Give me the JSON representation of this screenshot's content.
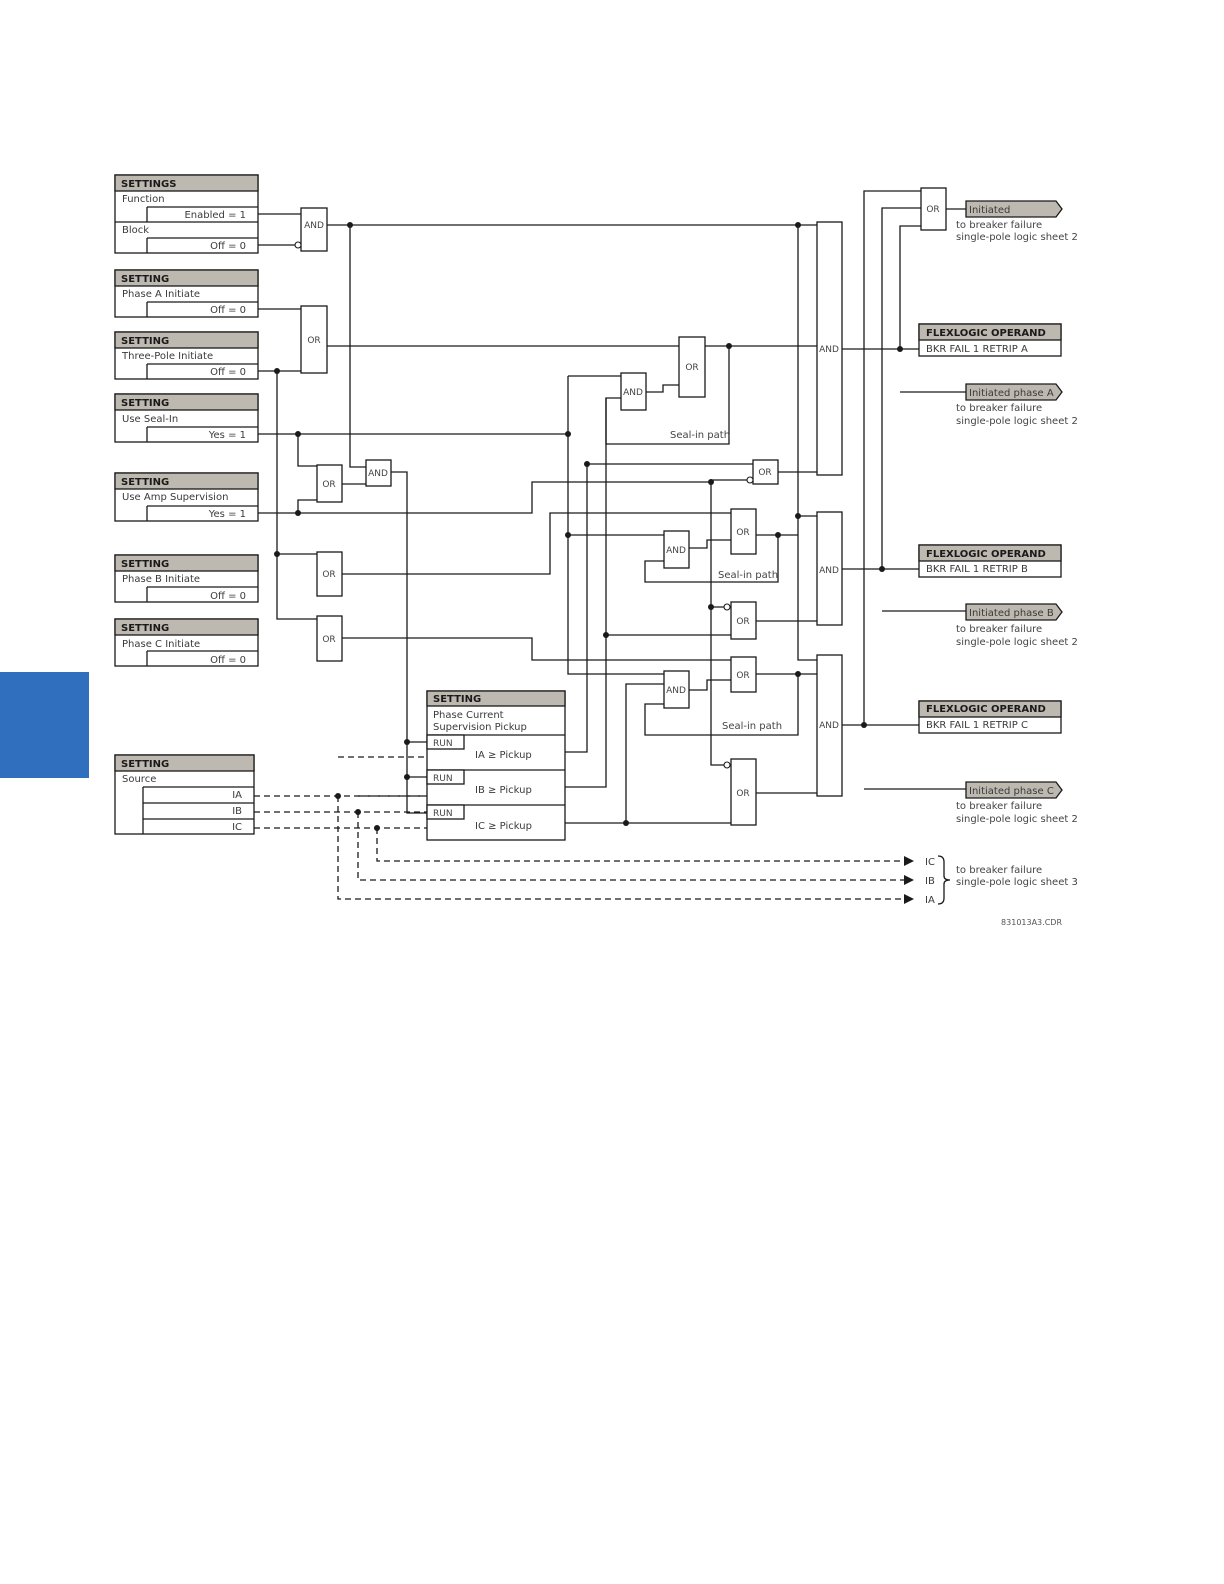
{
  "settings_function": {
    "header": "SETTINGS",
    "function_label": "Function",
    "function_value": "Enabled = 1",
    "block_label": "Block",
    "block_value": "Off = 0"
  },
  "setting_phase_a": {
    "header": "SETTING",
    "label": "Phase A Initiate",
    "value": "Off = 0"
  },
  "setting_three_pole": {
    "header": "SETTING",
    "label": "Three-Pole Initiate",
    "value": "Off = 0"
  },
  "setting_seal_in": {
    "header": "SETTING",
    "label": "Use Seal-In",
    "value": "Yes = 1"
  },
  "setting_amp_sup": {
    "header": "SETTING",
    "label": "Use Amp Supervision",
    "value": "Yes = 1"
  },
  "setting_phase_b": {
    "header": "SETTING",
    "label": "Phase B Initiate",
    "value": "Off = 0"
  },
  "setting_phase_c": {
    "header": "SETTING",
    "label": "Phase C Initiate",
    "value": "Off = 0"
  },
  "setting_source": {
    "header": "SETTING",
    "label": "Source",
    "ia": "IA",
    "ib": "IB",
    "ic": "IC"
  },
  "supervision": {
    "header": "SETTING",
    "label_line1": "Phase Current",
    "label_line2": "Supervision Pickup",
    "run": "RUN",
    "ia": "IA ≥ Pickup",
    "ib": "IB ≥ Pickup",
    "ic": "IC ≥ Pickup"
  },
  "gates": {
    "and": "AND",
    "or": "OR"
  },
  "seal_in_path": "Seal-in path",
  "outputs": {
    "initiated": "Initiated",
    "initiated_a": "Initiated phase A",
    "initiated_b": "Initiated phase B",
    "initiated_c": "Initiated phase C",
    "to_bf_line1": "to breaker failure",
    "to_bf_sheet2": "single-pole logic sheet 2",
    "to_bf_sheet3": "single-pole logic sheet 3",
    "flexlogic_header": "FLEXLOGIC OPERAND",
    "retrip_a": "BKR FAIL 1 RETRIP A",
    "retrip_b": "BKR FAIL 1 RETRIP B",
    "retrip_c": "BKR FAIL 1 RETRIP C",
    "out_ic": "IC",
    "out_ib": "IB",
    "out_ia": "IA"
  },
  "figure_id": "831013A3.CDR"
}
